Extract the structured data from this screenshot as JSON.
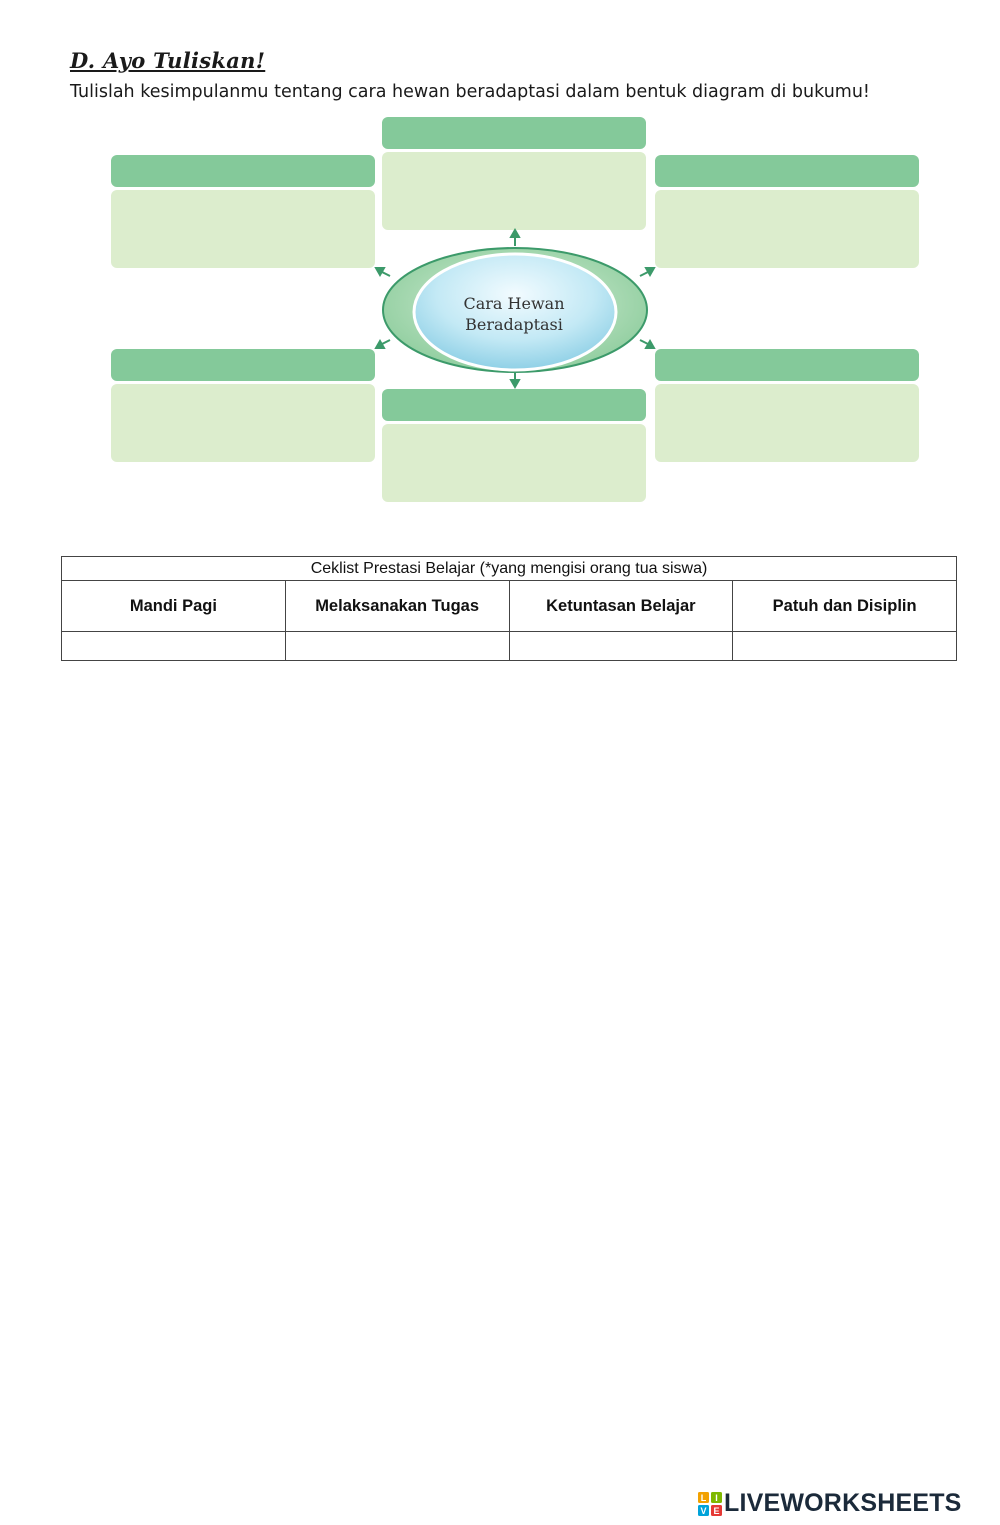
{
  "heading": "D. Ayo Tuliskan!",
  "instruction": "Tulislah kesimpulanmu tentang cara hewan beradaptasi dalam bentuk diagram di bukumu!",
  "diagram": {
    "center_line1": "Cara Hewan",
    "center_line2": "Beradaptasi",
    "colors": {
      "header": "#84c99a",
      "body": "#dcedcd",
      "ellipse_outer": "#a9d8b0",
      "ellipse_inner": "#bfe7f2",
      "arrow": "#3c9a6a"
    }
  },
  "checklist": {
    "caption": "Ceklist Prestasi Belajar (*yang mengisi orang tua siswa)",
    "columns": [
      "Mandi Pagi",
      "Melaksanakan Tugas",
      "Ketuntasan Belajar",
      "Patuh dan Disiplin"
    ]
  },
  "watermark": {
    "text": "LIVEWORKSHEETS",
    "icon_letters": "LIVE"
  }
}
